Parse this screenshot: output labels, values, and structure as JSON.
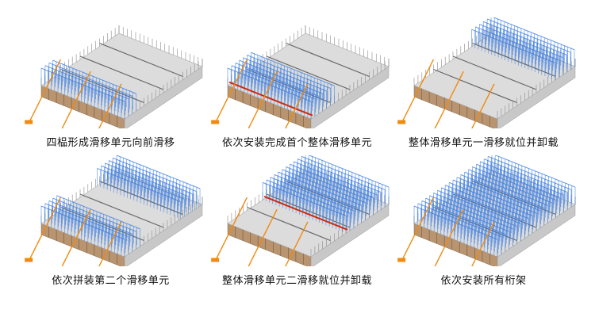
{
  "steps": [
    {
      "caption": "四榀形成滑移单元向前滑移"
    },
    {
      "caption": "依次安装完成首个整体滑移单元"
    },
    {
      "caption": "整体滑移单元一滑移就位并卸载"
    },
    {
      "caption": "依次拼装第二个滑移单元"
    },
    {
      "caption": "整体滑移单元二滑移就位并卸载"
    },
    {
      "caption": "依次安装所有桁架"
    }
  ],
  "colors": {
    "truss_new": "#3f7fe0",
    "truss_existing": "#8a8a8a",
    "crane": "#f08a10",
    "highlight": "#d02a10",
    "slab": "#dcdcdc",
    "edge": "#b89470"
  }
}
